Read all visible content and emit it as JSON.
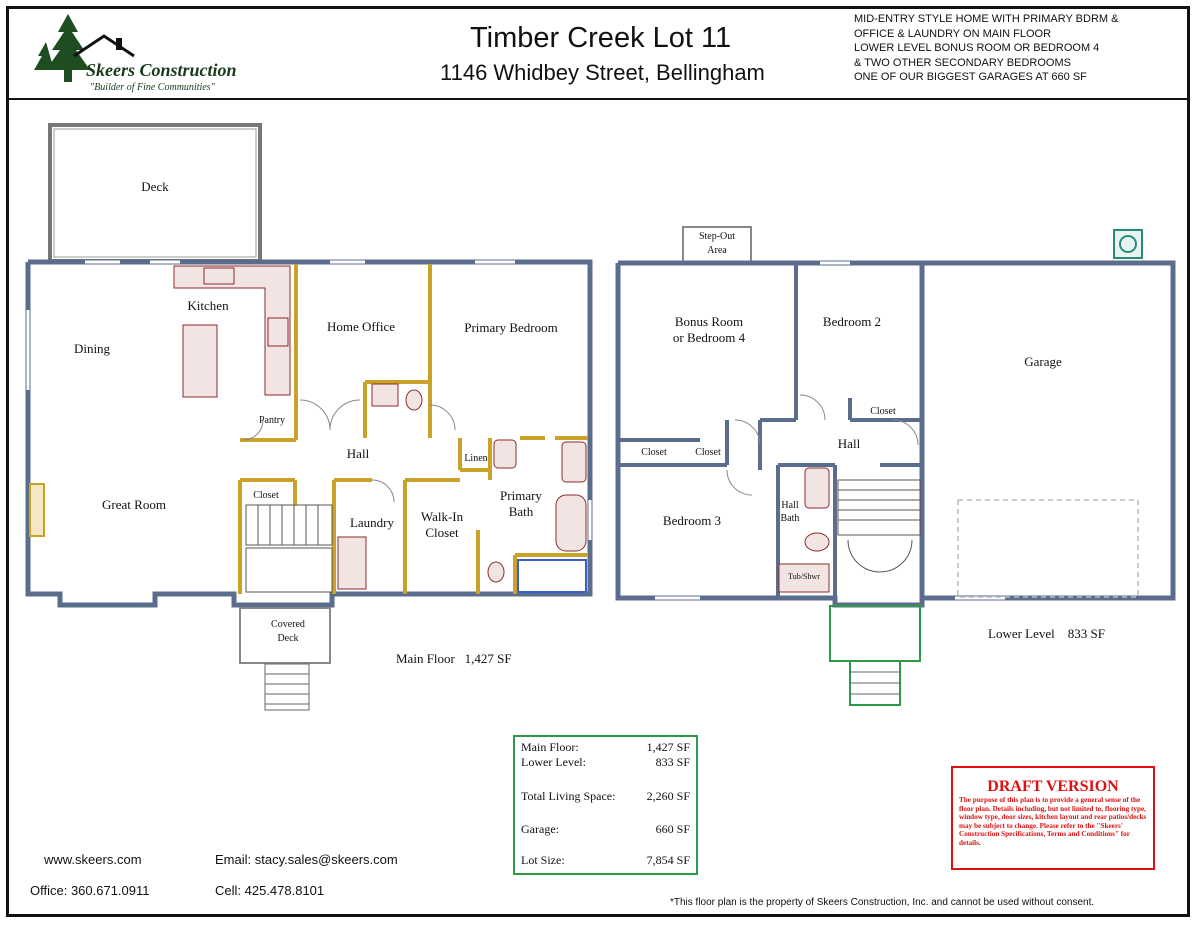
{
  "header": {
    "company": "Skeers Construction",
    "tagline": "\"Builder of Fine Communities\"",
    "title": "Timber Creek Lot 11",
    "address": "1146 Whidbey Street, Bellingham",
    "description": [
      "MID-ENTRY STYLE HOME WITH PRIMARY BDRM &",
      "OFFICE & LAUNDRY ON MAIN FLOOR",
      "LOWER LEVEL BONUS ROOM OR BEDROOM 4",
      "& TWO OTHER SECONDARY BEDROOMS",
      "ONE OF OUR BIGGEST GARAGES AT 660 SF"
    ]
  },
  "main_floor": {
    "label": "Main Floor",
    "area": "1,427 SF",
    "rooms": {
      "deck": "Deck",
      "kitchen": "Kitchen",
      "dining": "Dining",
      "home_office": "Home Office",
      "primary_bedroom": "Primary Bedroom",
      "pantry": "Pantry",
      "hall": "Hall",
      "linen": "Linen",
      "closet": "Closet",
      "great_room": "Great Room",
      "laundry": "Laundry",
      "walk_in_closet_1": "Walk-In",
      "walk_in_closet_2": "Closet",
      "primary_bath_1": "Primary",
      "primary_bath_2": "Bath",
      "covered_deck_1": "Covered",
      "covered_deck_2": "Deck"
    }
  },
  "lower_level": {
    "label": "Lower Level",
    "area": "833 SF",
    "rooms": {
      "step_out_1": "Step-Out",
      "step_out_2": "Area",
      "bonus_room_1": "Bonus Room",
      "bonus_room_2": "or Bedroom 4",
      "bedroom_2": "Bedroom 2",
      "garage": "Garage",
      "closet": "Closet",
      "hall": "Hall",
      "bedroom_3": "Bedroom 3",
      "hall_bath_1": "Hall",
      "hall_bath_2": "Bath",
      "tub_shower": "Tub/Shwr"
    }
  },
  "summary": {
    "main_floor_label": "Main Floor:",
    "main_floor_value": "1,427 SF",
    "lower_level_label": "Lower Level:",
    "lower_level_value": "833 SF",
    "total_label": "Total Living Space:",
    "total_value": "2,260 SF",
    "garage_label": "Garage:",
    "garage_value": "660 SF",
    "lot_label": "Lot Size:",
    "lot_value": "7,854 SF"
  },
  "contact": {
    "website": "www.skeers.com",
    "email": "Email: stacy.sales@skeers.com",
    "office": "Office: 360.671.0911",
    "cell": "Cell: 425.478.8101"
  },
  "draft": {
    "heading": "DRAFT VERSION",
    "body": "The purpose of this plan is to provide a general sense of the floor plan.  Details including, but not limited to, flooring type, window type, door sizes, kitchen layout and rear patios/decks may be subject to change.  Please refer to the \"Skeers' Construction Specifications, Terms and Conditions\" for details."
  },
  "copyright": "*This floor plan is the property of Skeers Construction, Inc. and cannot be used without consent.",
  "colors": {
    "exterior_wall": "#5a6d8c",
    "interior_wall": "#c9a227",
    "fixture": "#8b2b2b",
    "summary_border": "#2e9a45",
    "draft_red": "#d11111",
    "logo_green": "#1f4d22"
  }
}
